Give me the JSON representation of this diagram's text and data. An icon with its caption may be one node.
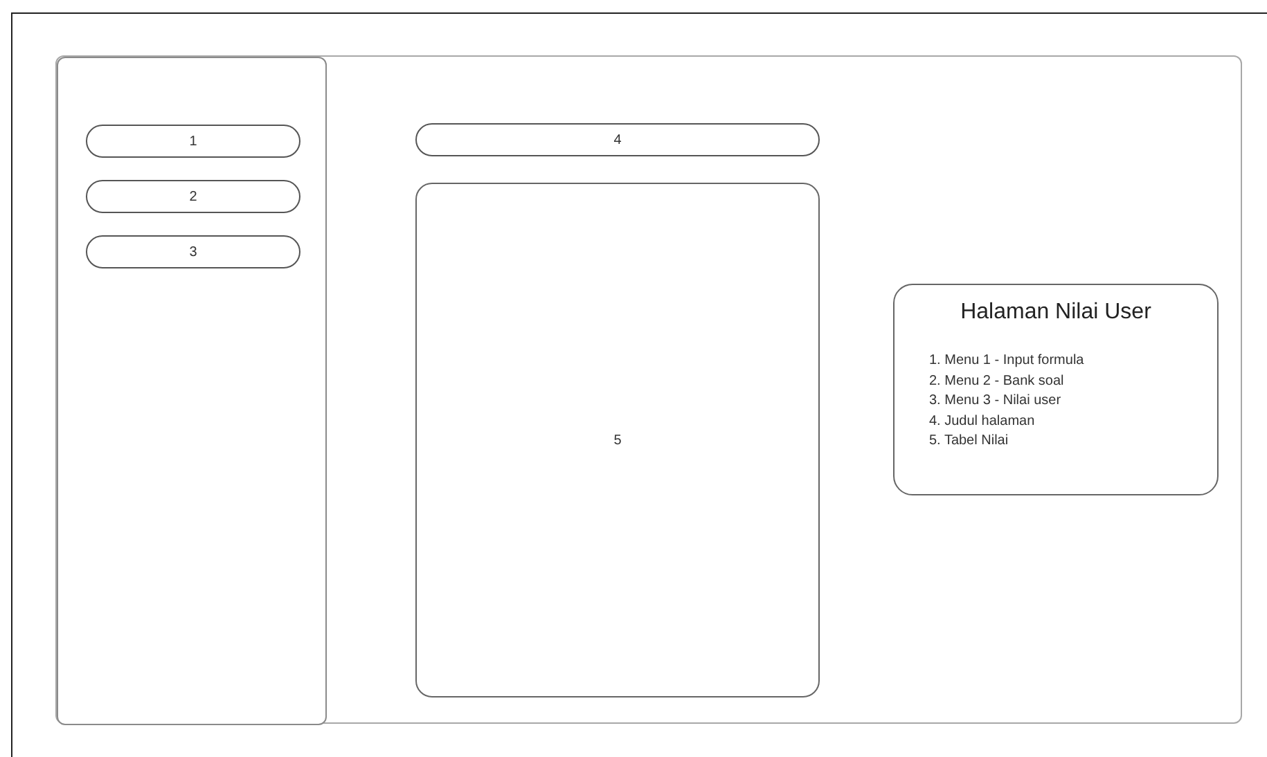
{
  "diagram": {
    "nodes": [
      {
        "text": [],
        "shape": "box"
      },
      {
        "text": [],
        "shape": "box",
        "in": 0
      },
      {
        "text": [
          "1"
        ],
        "in": 1
      },
      {
        "text": [
          "2"
        ],
        "in": 1
      },
      {
        "text": [
          "3"
        ],
        "in": 1
      },
      {
        "text": [
          "4"
        ],
        "in": 0
      },
      {
        "text": [
          "5"
        ],
        "in": 0
      },
      {
        "text": [
          "Halaman Nilai User",
          "1. Menu 1 - Input formula",
          "2. Menu 2 - Bank soal",
          "3. Menu 3 - Nilai user",
          "4. Judul halaman",
          "5. Tabel Nilai"
        ],
        "in": 0
      }
    ]
  }
}
